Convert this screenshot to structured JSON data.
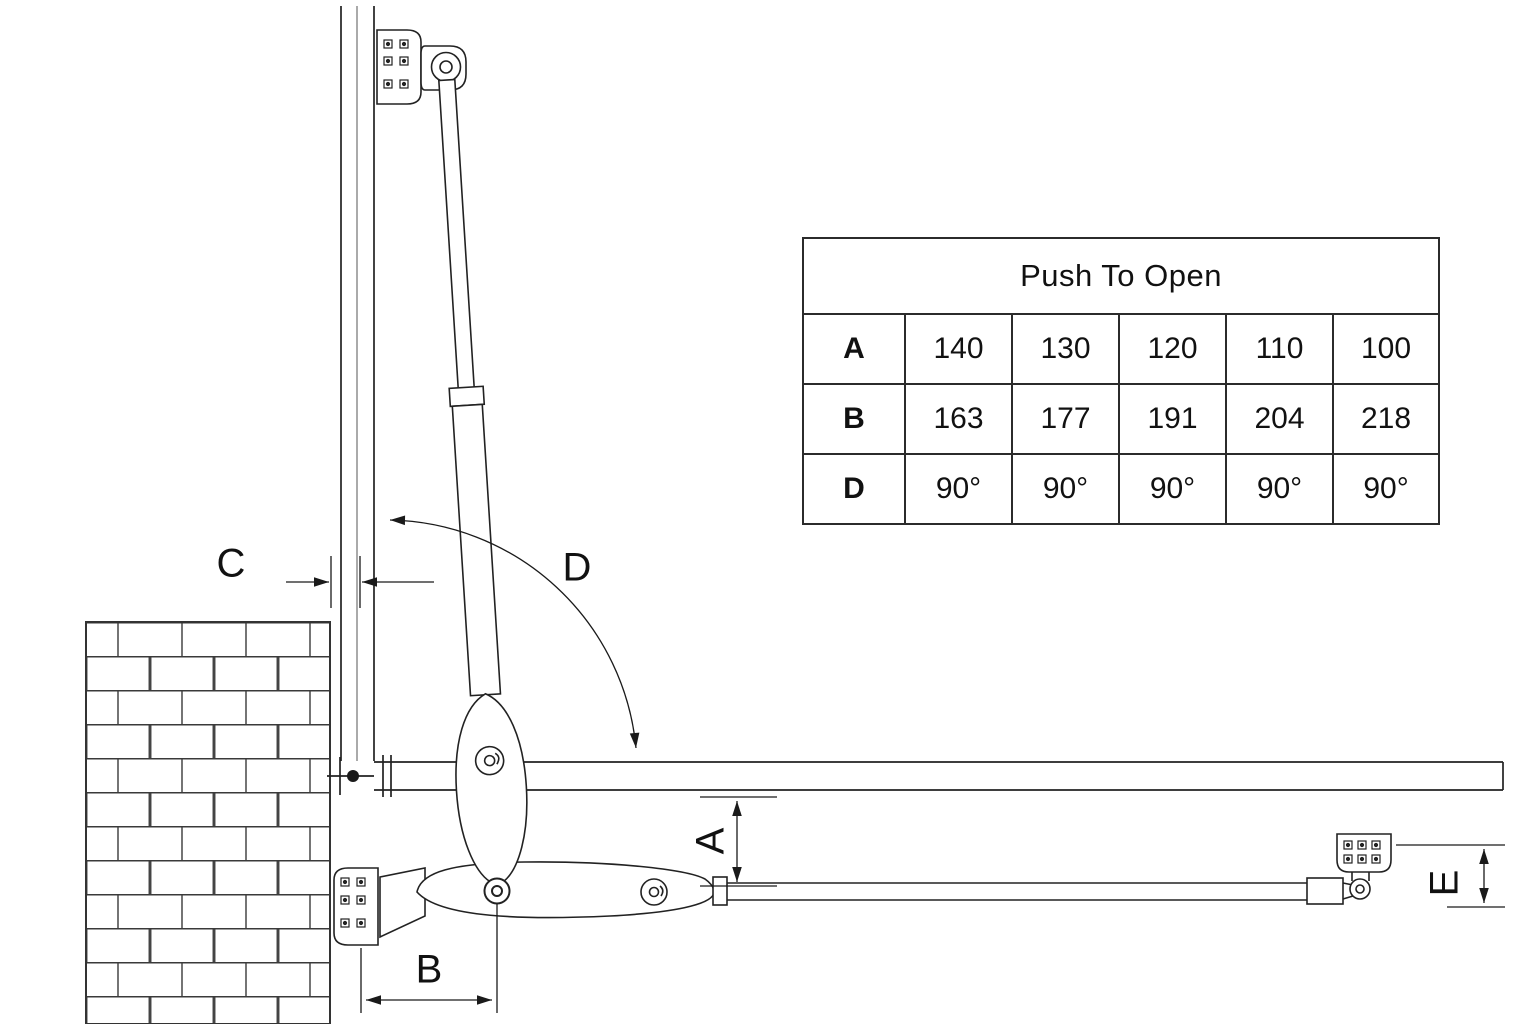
{
  "colors": {
    "background": "#ffffff",
    "line": "#222222"
  },
  "diagram": {
    "dims": {
      "a": "A",
      "b": "B",
      "c": "C",
      "d": "D",
      "e": "E"
    }
  },
  "table": {
    "title": "Push To Open",
    "rows": [
      {
        "label": "A",
        "values": [
          "140",
          "130",
          "120",
          "110",
          "100"
        ]
      },
      {
        "label": "B",
        "values": [
          "163",
          "177",
          "191",
          "204",
          "218"
        ]
      },
      {
        "label": "D",
        "values": [
          "90°",
          "90°",
          "90°",
          "90°",
          "90°"
        ]
      }
    ]
  }
}
